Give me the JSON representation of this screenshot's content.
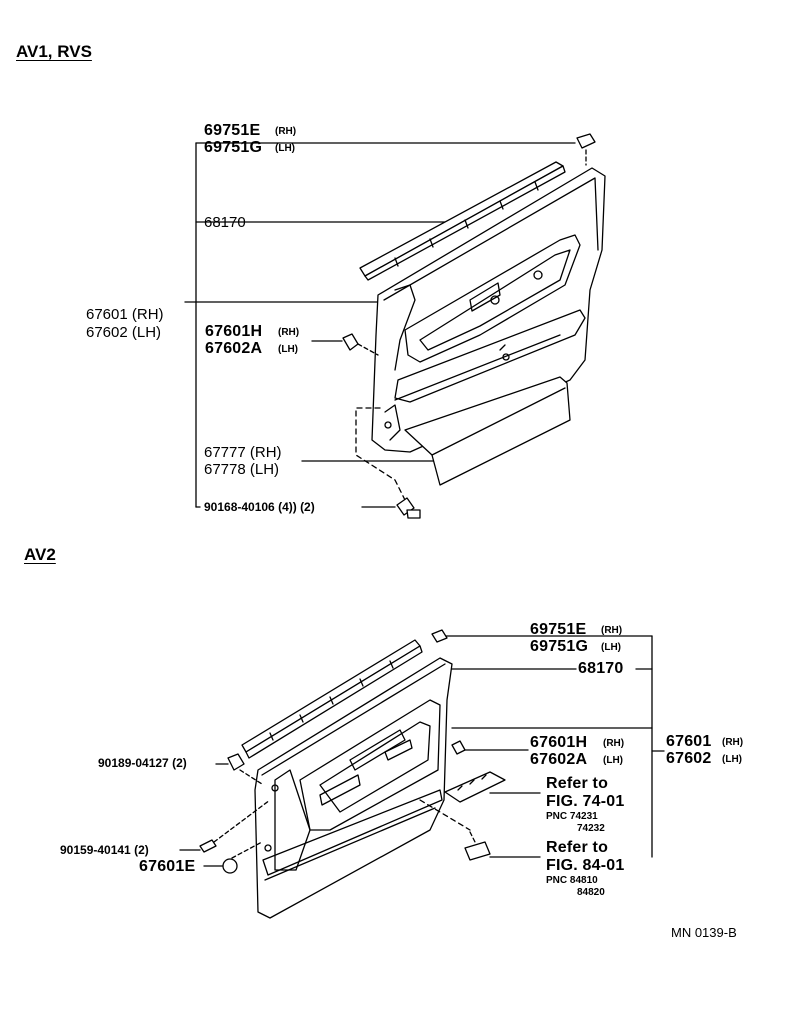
{
  "sections": {
    "top": {
      "title": "AV1, RVS"
    },
    "bottom": {
      "title": "AV2"
    }
  },
  "top_labels": {
    "p69751E": "69751E",
    "p69751E_side": "(RH)",
    "p69751G": "69751G",
    "p69751G_side": "(LH)",
    "p68170": "68170",
    "p67601": "67601 (RH)",
    "p67602": "67602 (LH)",
    "p67601H": "67601H",
    "p67601H_side": "(RH)",
    "p67602A": "67602A",
    "p67602A_side": "(LH)",
    "p67777": "67777 (RH)",
    "p67778": "67778 (LH)",
    "p90168": "90168-40106 (4)) (2)"
  },
  "bottom_labels": {
    "p69751E": "69751E",
    "p69751E_side": "(RH)",
    "p69751G": "69751G",
    "p69751G_side": "(LH)",
    "p68170": "68170",
    "p67601H": "67601H",
    "p67601H_side": "(RH)",
    "p67602A": "67602A",
    "p67602A_side": "(LH)",
    "p67601": "67601",
    "p67601_side": "(RH)",
    "p67602": "67602",
    "p67602_side": "(LH)",
    "p90189": "90189-04127 (2)",
    "p90159": "90159-40141 (2)",
    "p67601E": "67601E",
    "ref1_a": "Refer to",
    "ref1_b": "FIG. 74-01",
    "ref1_c": "PNC 74231",
    "ref1_d": "74232",
    "ref2_a": "Refer to",
    "ref2_b": "FIG. 84-01",
    "ref2_c": "PNC 84810",
    "ref2_d": "84820"
  },
  "footer": {
    "code": "MN 0139-B"
  }
}
